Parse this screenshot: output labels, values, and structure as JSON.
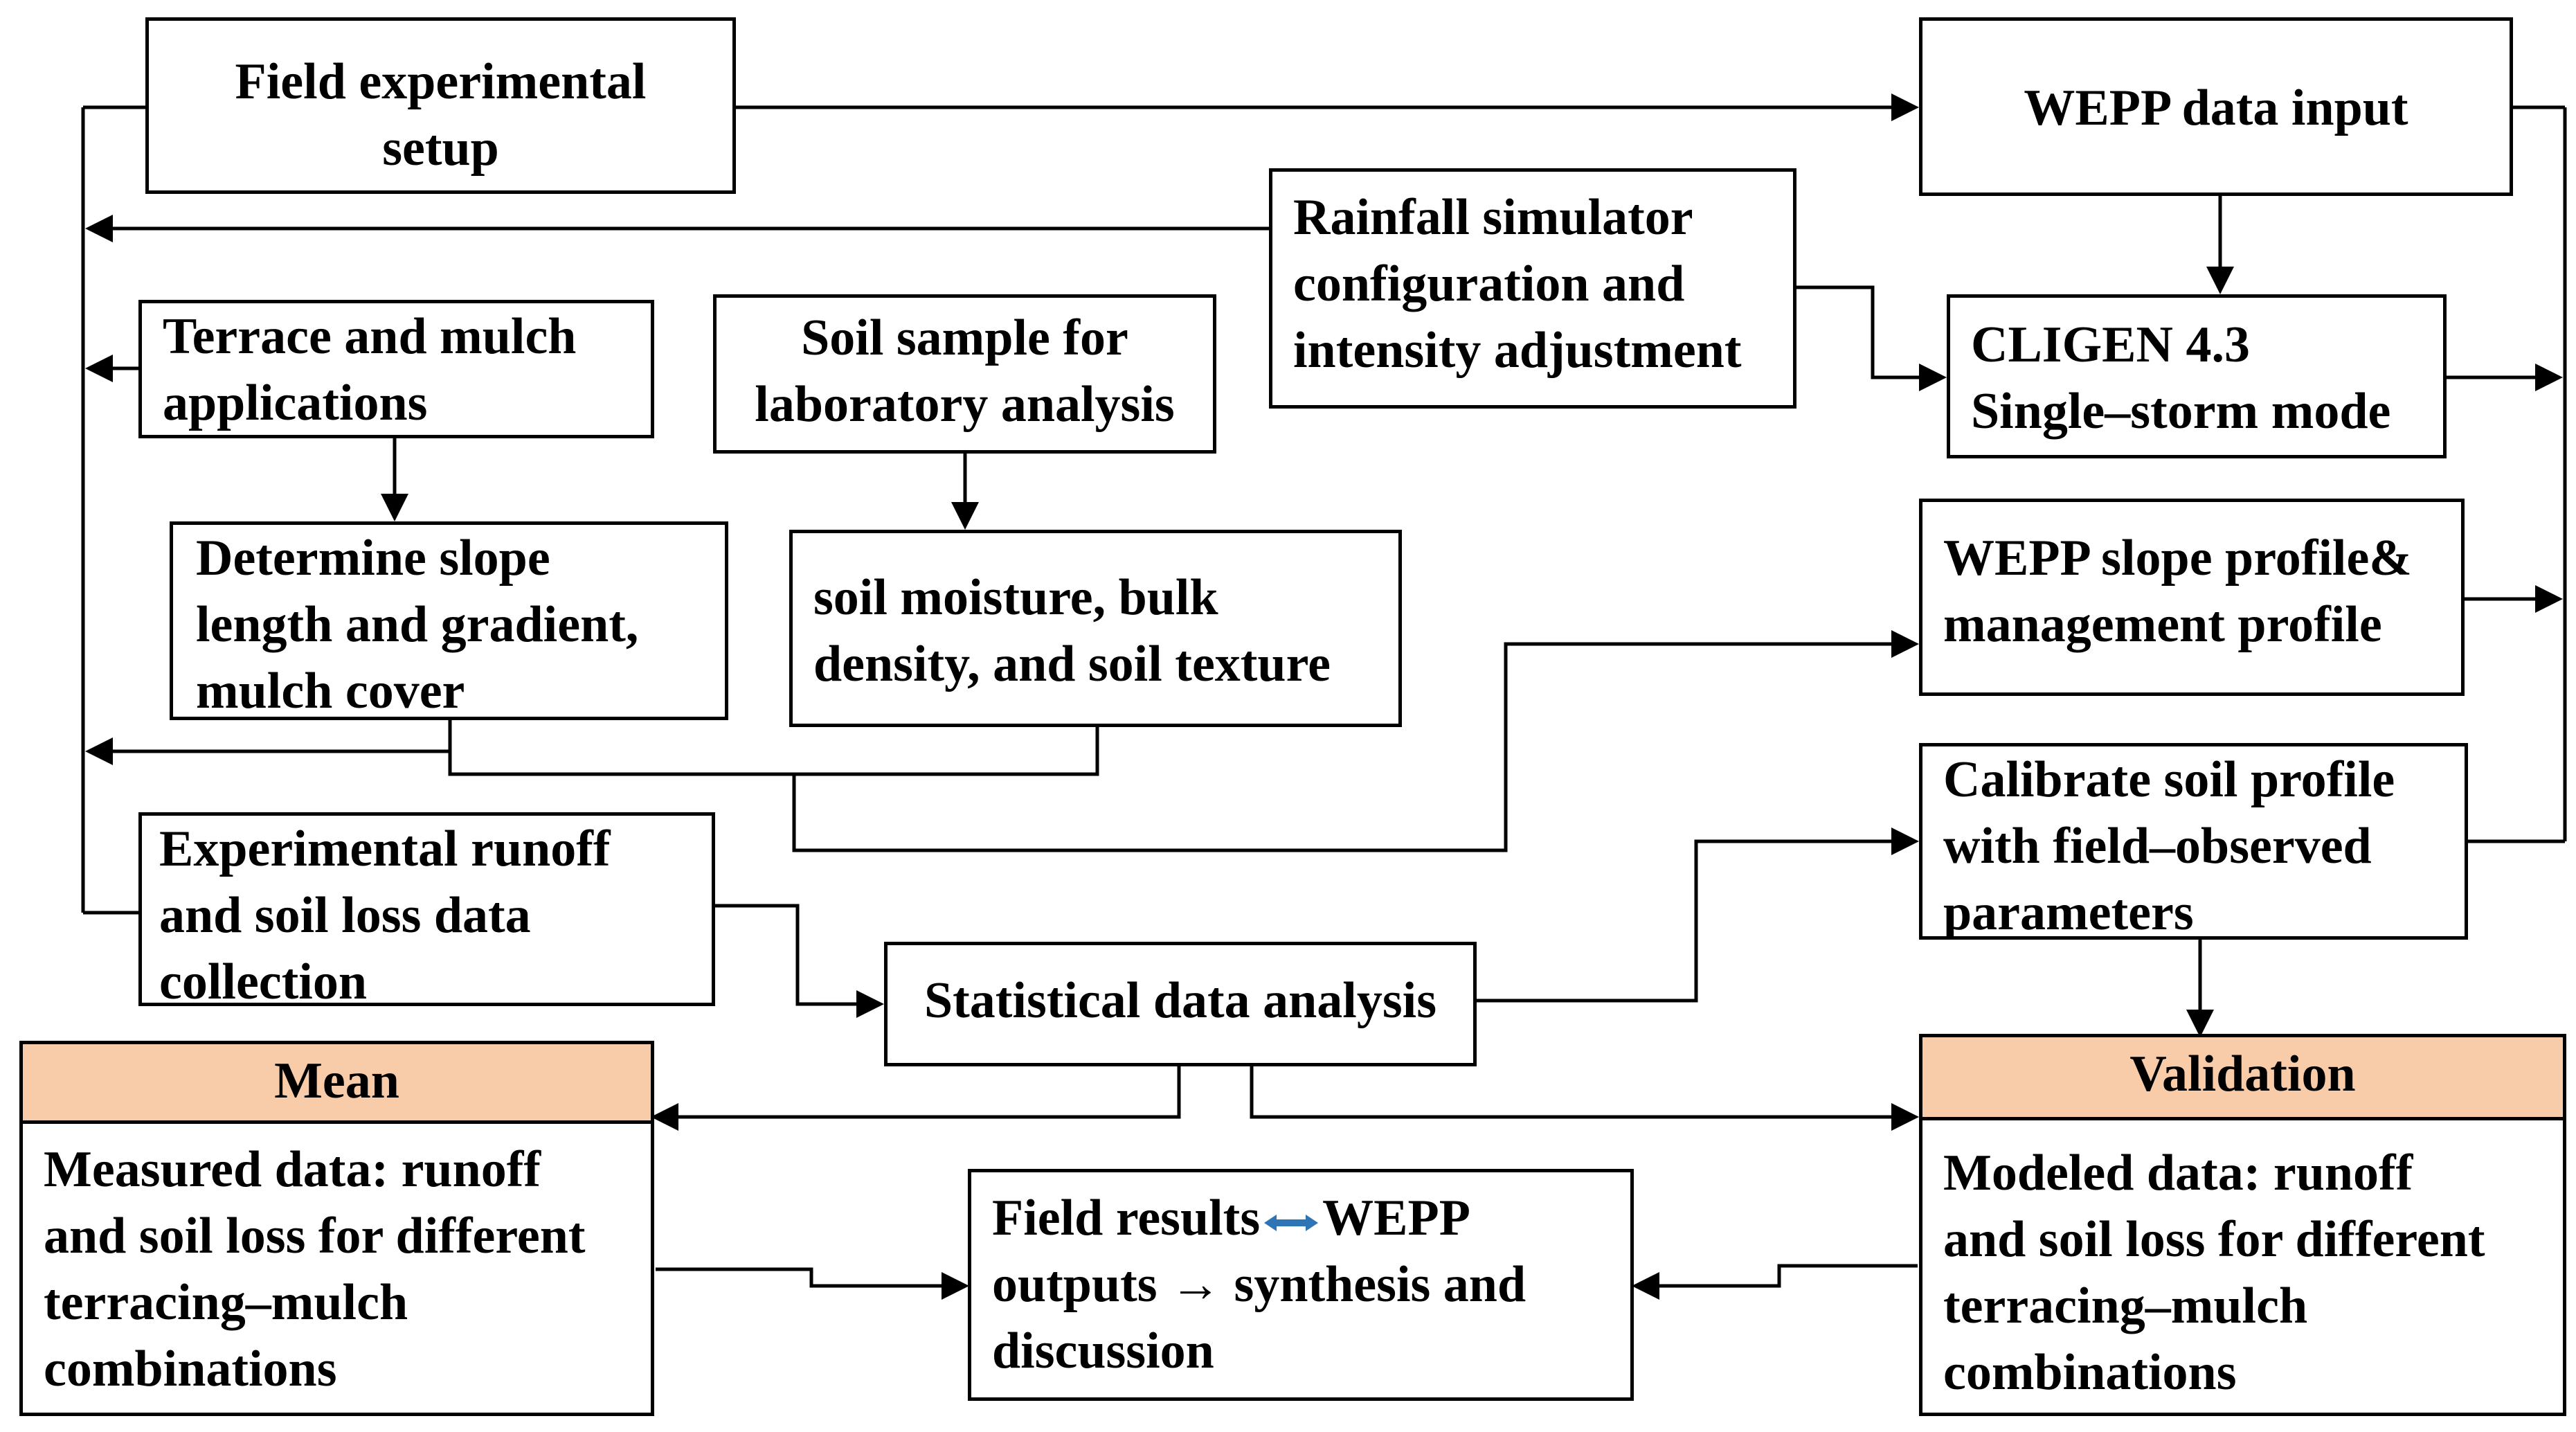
{
  "boxes": {
    "field_setup": [
      "Field experimental",
      "setup"
    ],
    "wepp_input": [
      "WEPP data input"
    ],
    "rainfall": [
      "Rainfall simulator",
      "configuration and",
      "intensity adjustment"
    ],
    "cligen": [
      "CLIGEN 4.3",
      "Single–storm mode"
    ],
    "terrace": [
      "Terrace and mulch",
      "applications"
    ],
    "soil_sample": [
      "Soil sample for",
      "laboratory analysis"
    ],
    "slope": [
      "Determine slope",
      "length and  gradient,",
      "mulch cover"
    ],
    "soil_moisture": [
      "soil moisture, bulk",
      "density, and soil texture"
    ],
    "wepp_slope": [
      "WEPP slope profile&",
      "management profile"
    ],
    "calibrate": [
      "Calibrate soil profile",
      "with field–observed",
      "parameters"
    ],
    "runoff": [
      "Experimental runoff",
      "and soil loss data",
      "collection"
    ],
    "stats": [
      "Statistical data analysis"
    ],
    "measured": [
      "Measured data: runoff",
      "and soil loss for different",
      "terracing–mulch",
      "combinations"
    ],
    "modeled": [
      "Modeled data: runoff",
      "and soil loss for different",
      "terracing–mulch",
      "combinations"
    ],
    "synthesis": {
      "line1_a": "Field results",
      "line1_b": "WEPP",
      "line2": "outputs → synthesis and",
      "line3": "discussion"
    }
  },
  "headers": {
    "mean": "Mean",
    "validation": "Validation"
  },
  "colors": {
    "header_fill": "#f9cca9",
    "double_arrow": "#2e75b6"
  }
}
